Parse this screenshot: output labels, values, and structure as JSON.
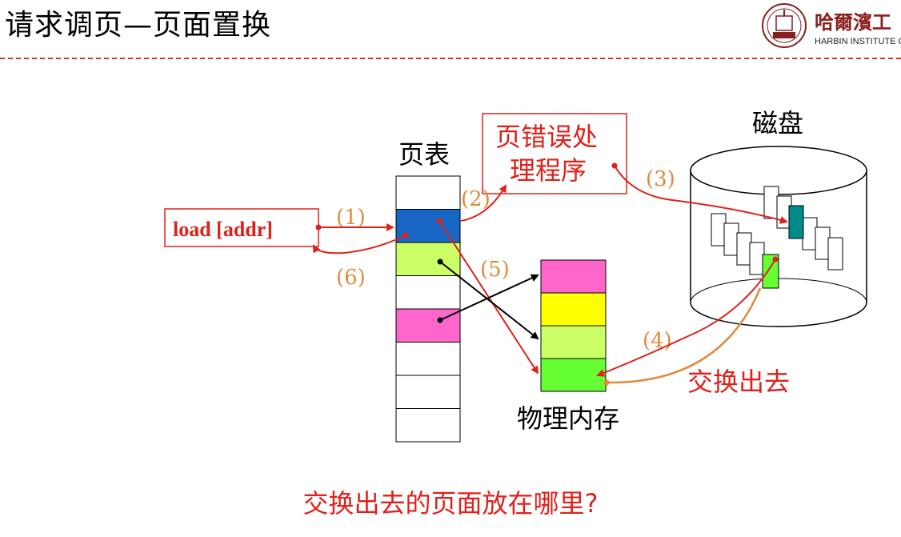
{
  "header": {
    "title": "请求调页—页面置换",
    "logo_cn": "哈爾濱工",
    "logo_en": "HARBIN INSTITUTE OF"
  },
  "diagram": {
    "instruction_label": "load [addr]",
    "page_table_label": "页表",
    "fault_handler_line1": "页错误处",
    "fault_handler_line2": "理程序",
    "disk_label": "磁盘",
    "physical_memory_label": "物理内存",
    "swap_out_label": "交换出去",
    "steps": [
      "(1)",
      "(2)",
      "(3)",
      "(4)",
      "(5)",
      "(6)"
    ],
    "page_table_slots": [
      "#ffffff",
      "#1766c4",
      "#ccff66",
      "#ffffff",
      "#ff66cc",
      "#ffffff",
      "#ffffff",
      "#ffffff"
    ],
    "memory_frames": [
      "#ff66cc",
      "#ffff00",
      "#ccff66",
      "#66ff33"
    ],
    "colors": {
      "accent_red": "#e0201a",
      "step_orange": "#e08a3c",
      "disk_teal": "#008b8b",
      "disk_green": "#66ff33"
    }
  },
  "question": "交换出去的页面放在哪里?"
}
